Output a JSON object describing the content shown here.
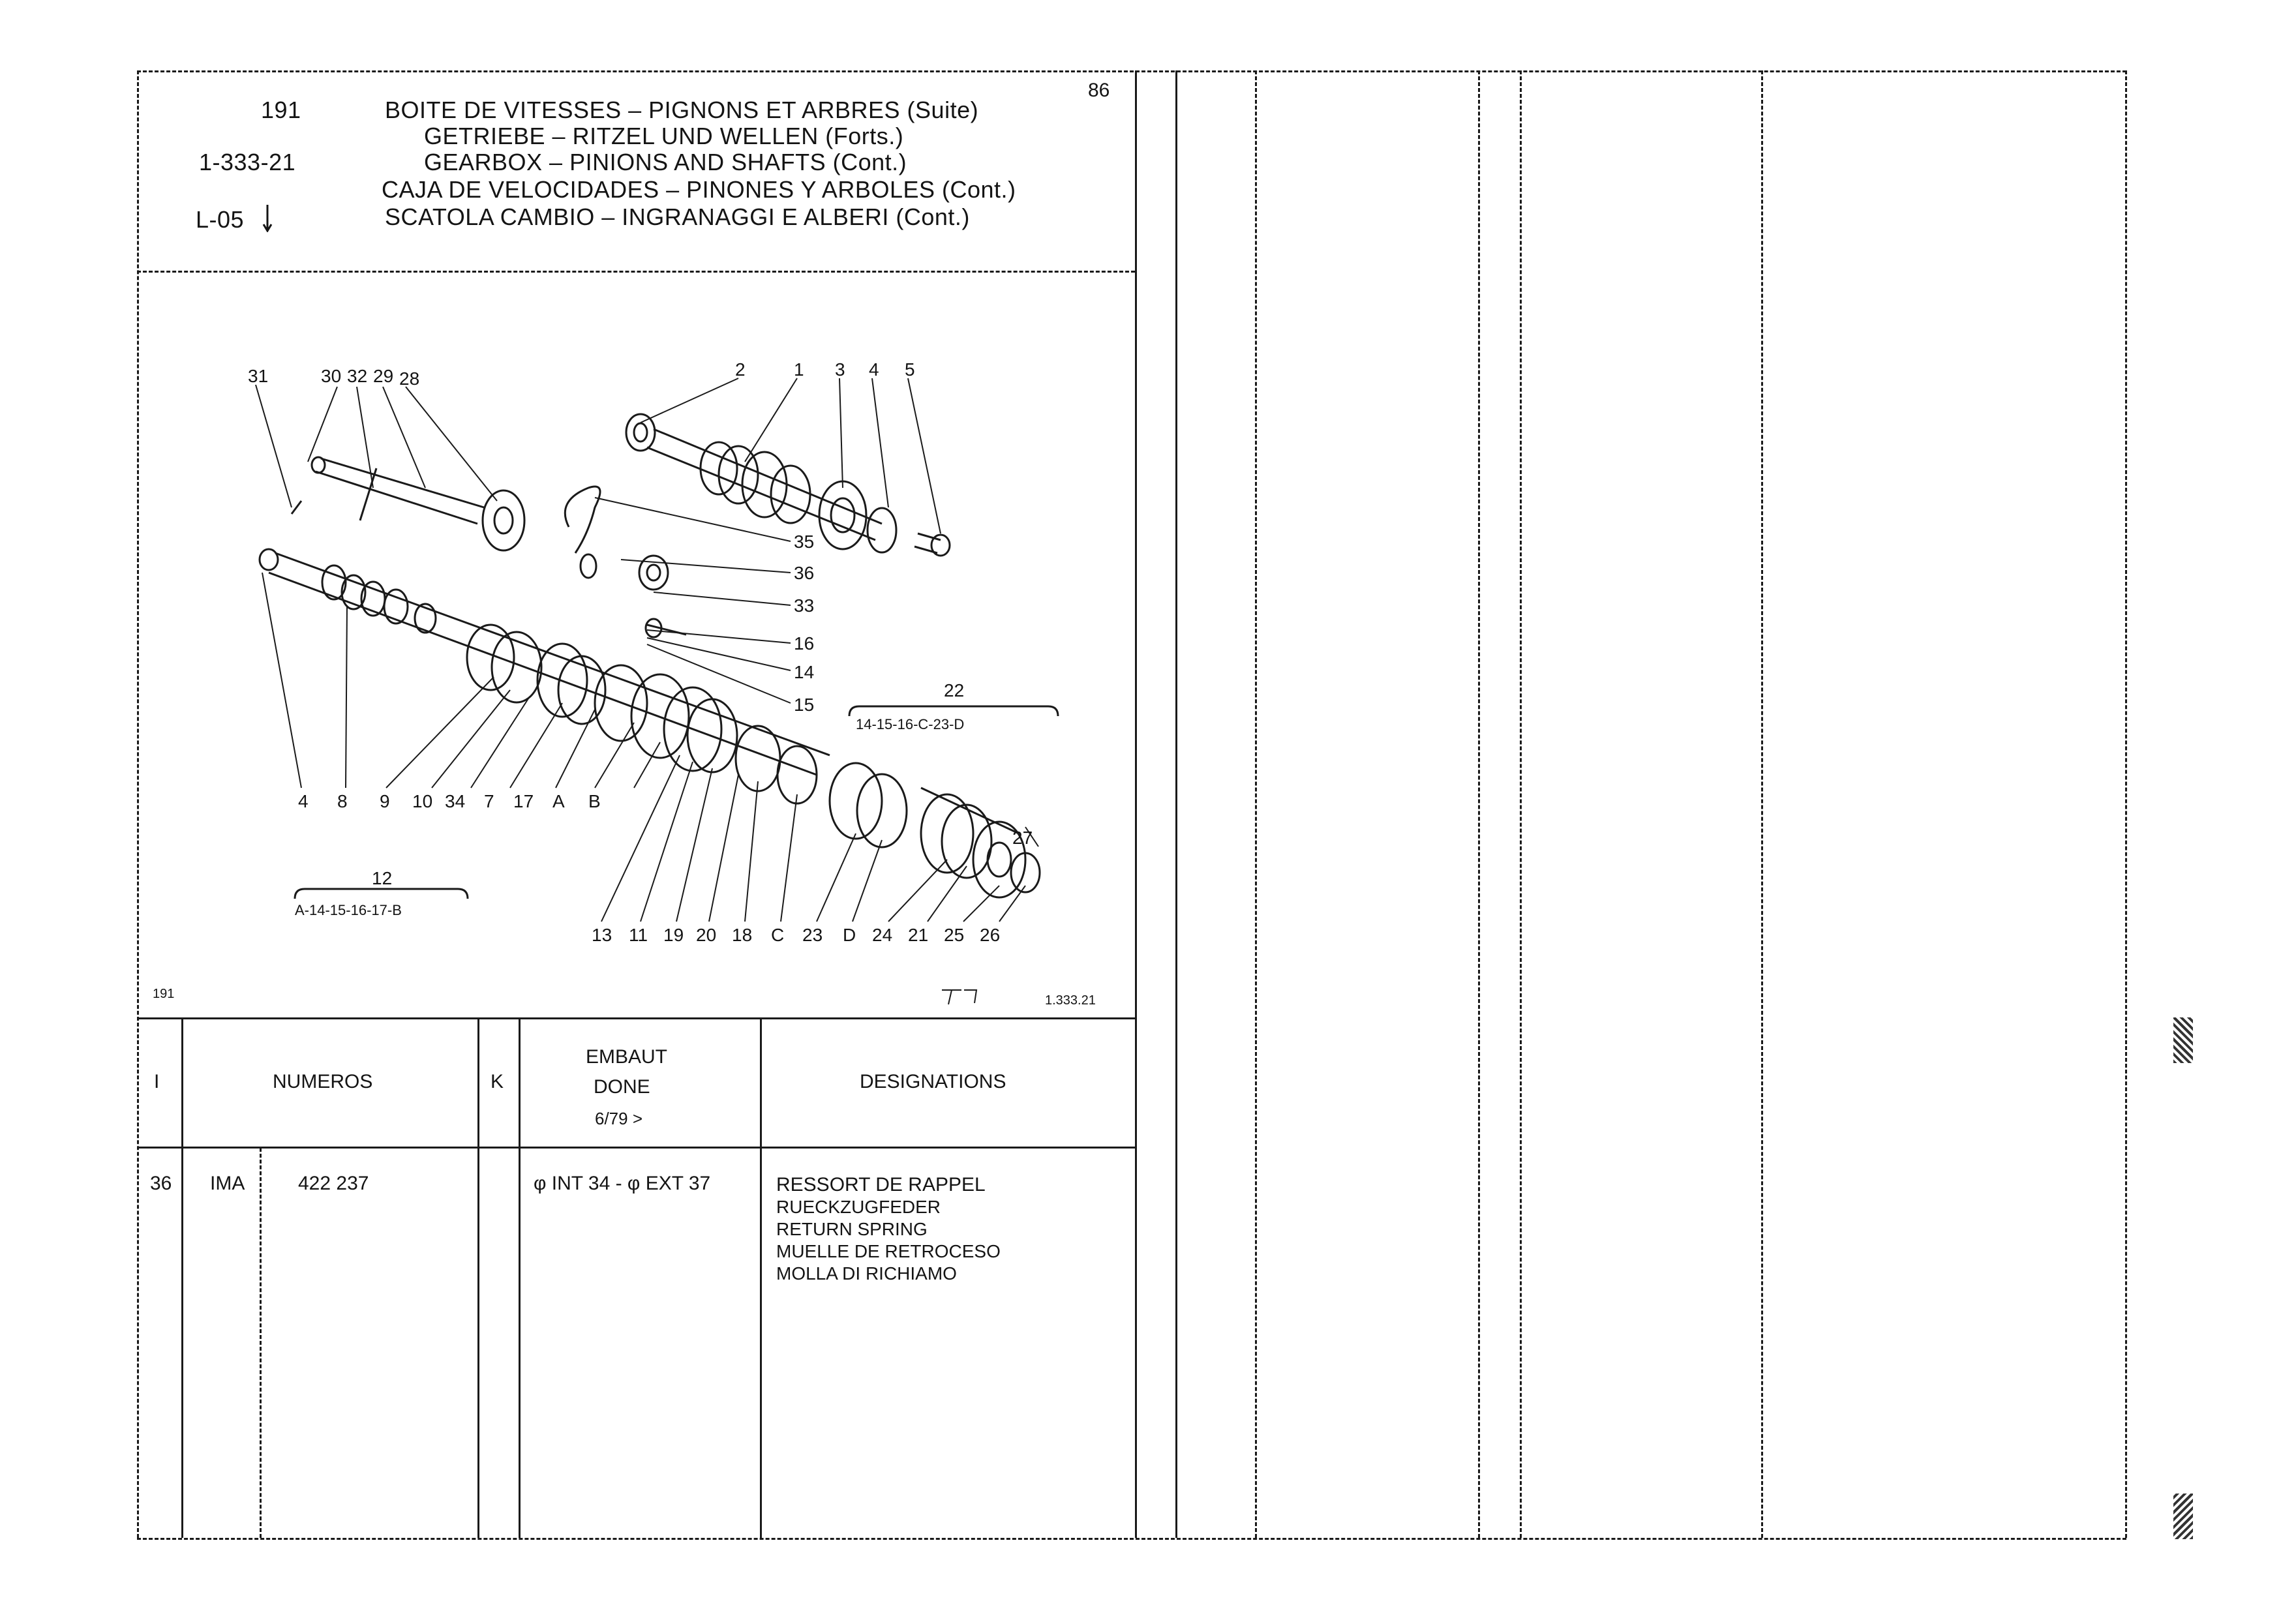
{
  "header": {
    "group": "191",
    "page": "86",
    "ref": "1-333-21",
    "code": "L-05",
    "titles": [
      "BOITE DE VITESSES – PIGNONS ET ARBRES (Suite)",
      "GETRIEBE – RITZEL UND WELLEN (Forts.)",
      "GEARBOX – PINIONS AND SHAFTS (Cont.)",
      "CAJA DE VELOCIDADES – PINONES Y ARBOLES (Cont.)",
      "SCATOLA CAMBIO – INGRANAGGI E ALBERI (Cont.)"
    ]
  },
  "diagram": {
    "labels_top": [
      "31",
      "30",
      "32",
      "29",
      "28",
      "2",
      "1",
      "3",
      "4",
      "5"
    ],
    "labels_right": [
      "35",
      "36",
      "33",
      "16",
      "14",
      "15"
    ],
    "group_22": {
      "number": "22",
      "members": "14-15-16-C-23-D"
    },
    "labels_bottom_left": [
      "4",
      "8",
      "9",
      "10",
      "34",
      "7",
      "17",
      "A",
      "B"
    ],
    "group_12": {
      "number": "12",
      "members": "A-14-15-16-17-B"
    },
    "labels_bottom_right": [
      "13",
      "11",
      "19",
      "20",
      "18",
      "C",
      "23",
      "D",
      "24",
      "21",
      "25",
      "26"
    ],
    "label_27": "27",
    "footer_left": "191",
    "footer_ref": "1.333.21"
  },
  "table": {
    "headers": {
      "index": "I",
      "numeros": "NUMEROS",
      "k": "K",
      "emb_line1": "EMBAUT",
      "emb_line2": "DONE",
      "emb_line3": "6/79 >",
      "designations": "DESIGNATIONS"
    },
    "rows": [
      {
        "index": "36",
        "prefix": "IMA",
        "number": "422 237",
        "k": "",
        "spec": "φ INT 34 - φ EXT 37",
        "designations": [
          "RESSORT DE RAPPEL",
          "RUECKZUGFEDER",
          "RETURN SPRING",
          "MUELLE DE RETROCESO",
          "MOLLA DI RICHIAMO"
        ]
      }
    ]
  }
}
